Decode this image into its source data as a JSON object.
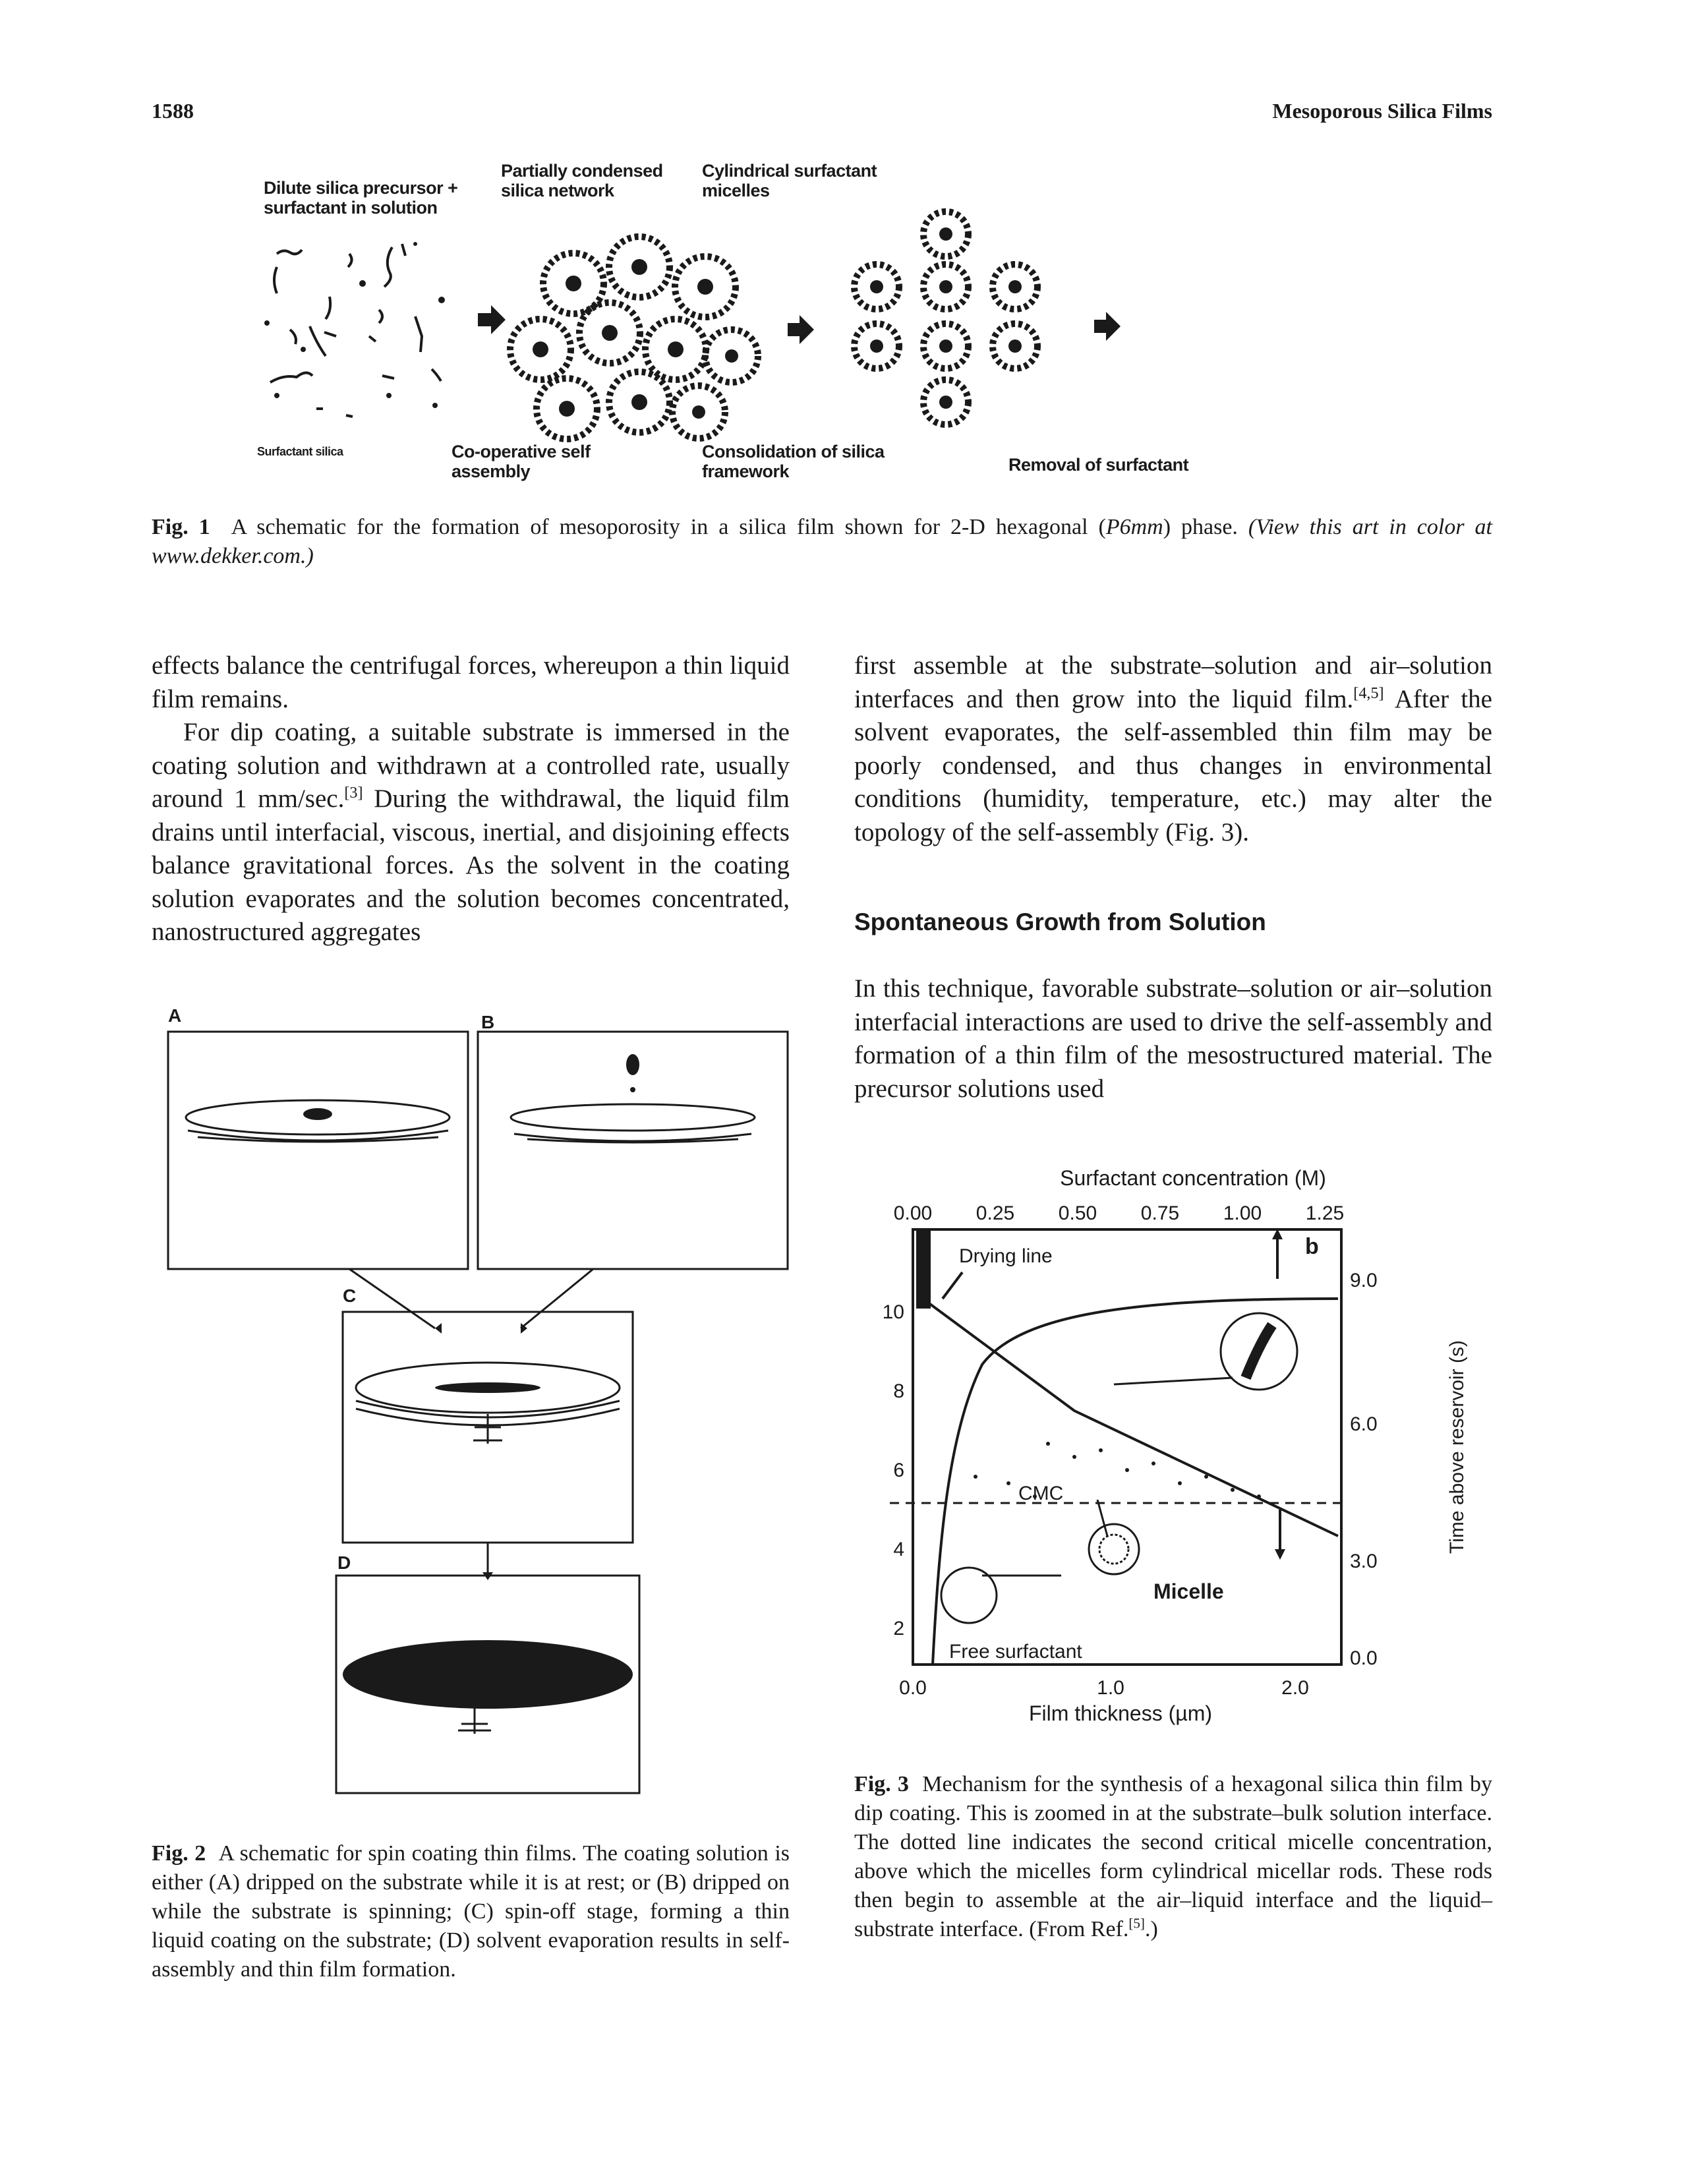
{
  "header": {
    "page_number": "1588",
    "running_title": "Mesoporous Silica Films"
  },
  "fig1": {
    "labels": {
      "dilute": [
        "Dilute silica precursor +",
        "surfactant in solution"
      ],
      "partial": [
        "Partially condensed",
        "silica network"
      ],
      "cylindrical": [
        "Cylindrical surfactant",
        "micelles"
      ],
      "surfactant_silica": "Surfactant silica",
      "coop": [
        "Co-operative self",
        "assembly"
      ],
      "consolidation": [
        "Consolidation of silica",
        "framework"
      ],
      "removal": "Removal of surfactant"
    },
    "caption_label": "Fig. 1",
    "caption_text": "A schematic for the formation of mesoporosity in a silica film shown for 2-D hexagonal (",
    "caption_phase": "P6mm",
    "caption_text2": ") phase. ",
    "caption_italic": "(View this art in color at www.dekker.com.)"
  },
  "left_column": {
    "para1": "effects balance the centrifugal forces, whereupon a thin liquid film remains.",
    "para2_a": "For dip coating, a suitable substrate is immersed in the coating solution and withdrawn at a controlled rate, usually around 1 mm/sec.",
    "para2_ref": "[3]",
    "para2_b": " During the withdrawal, the liquid film drains until interfacial, viscous, inertial, and disjoining effects balance gravitational forces. As the solvent in the coating solution evaporates and the solution becomes concentrated, nanostructured aggregates"
  },
  "right_column": {
    "para1_a": "first assemble at the substrate–solution and air–solution interfaces and then grow into the liquid film.",
    "para1_ref": "[4,5]",
    "para1_b": " After the solvent evaporates, the self-assembled thin film may be poorly condensed, and thus changes in environmental conditions (humidity, temperature, etc.) may alter the topology of the self-assembly (Fig. 3).",
    "section_heading": "Spontaneous Growth from Solution",
    "para2": "In this technique, favorable substrate–solution or air–solution interfacial interactions are used to drive the self-assembly and formation of a thin film of the mesostructured material. The precursor solutions used"
  },
  "fig2": {
    "panel_labels": [
      "A",
      "B",
      "C",
      "D"
    ],
    "caption_label": "Fig. 2",
    "caption_text": "A schematic for spin coating thin films. The coating solution is either (A) dripped on the substrate while it is at rest; or (B) dripped on while the substrate is spinning; (C) spin-off stage, forming a thin liquid coating on the substrate; (D) solvent evaporation results in self-assembly and thin film formation."
  },
  "fig3": {
    "top_axis_title": "Surfactant concentration (M)",
    "top_ticks": [
      "0.00",
      "0.25",
      "0.50",
      "0.75",
      "1.00",
      "1.25"
    ],
    "left_ticks": [
      "10",
      "8",
      "6",
      "4",
      "2"
    ],
    "right_ticks": [
      "9.0",
      "6.0",
      "3.0",
      "0.0"
    ],
    "right_axis_title": "Time above reservoir (s)",
    "bottom_ticks": [
      "0.0",
      "1.0",
      "2.0"
    ],
    "bottom_axis_title": "Film thickness (µm)",
    "annotations": {
      "drying_line": "Drying line",
      "b": "b",
      "cmc": "CMC",
      "micelle": "Micelle",
      "free_surfactant": "Free surfactant"
    },
    "caption_label": "Fig. 3",
    "caption_text": "Mechanism for the synthesis of a hexagonal silica thin film by dip coating. This is zoomed in at the substrate–bulk solution interface. The dotted line indicates the second critical micelle concentration, above which the micelles form cylindrical micellar rods. These rods then begin to assemble at the air–liquid interface and the liquid–substrate interface. (From Ref.",
    "caption_ref": "[5]",
    "caption_end": ".)"
  }
}
